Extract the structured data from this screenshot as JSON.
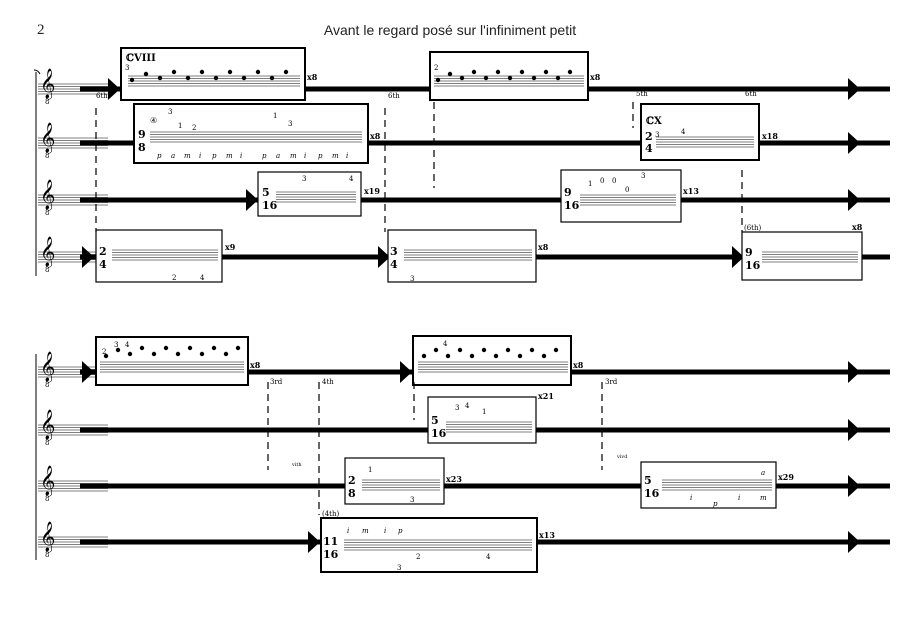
{
  "page": {
    "number": "2",
    "title": "Avant le regard posé sur l'infiniment petit"
  },
  "systems": [
    {
      "staves": [
        {
          "boxes": [
            {
              "ottava": "ℂVIII",
              "repeat": "x8",
              "label": "6th",
              "fing": [
                "3"
              ],
              "time": null
            },
            {
              "ottava": "",
              "repeat": "x8",
              "label": "6th",
              "fing": [
                "2"
              ],
              "time": null
            }
          ]
        },
        {
          "boxes": [
            {
              "ottava": "",
              "repeat": "x8",
              "label": "",
              "fing": [
                "④",
                "3",
                "1",
                "2",
                "1",
                "3"
              ],
              "time": [
                "9",
                "8"
              ],
              "pima": [
                "p",
                "a",
                "m",
                "i",
                "p",
                "m",
                "i",
                "p",
                "a",
                "m",
                "i",
                "p",
                "m",
                "i"
              ]
            },
            {
              "ottava": "ℂX",
              "repeat": "x18",
              "label": "5th",
              "fing": [
                "3",
                "4"
              ],
              "time": [
                "2",
                "4"
              ]
            }
          ]
        },
        {
          "boxes": [
            {
              "repeat": "x19",
              "fing": [
                "3",
                "4"
              ],
              "time": [
                "5",
                "16"
              ]
            },
            {
              "repeat": "x13",
              "fing": [
                "1",
                "0",
                "0",
                "0",
                "3"
              ],
              "time": [
                "9",
                "16"
              ]
            }
          ]
        },
        {
          "boxes": [
            {
              "repeat": "x9",
              "fing": [
                "2",
                "4"
              ],
              "time": [
                "2",
                "4"
              ]
            },
            {
              "repeat": "x8",
              "fing": [
                "3"
              ],
              "time": [
                "3",
                "4"
              ]
            },
            {
              "repeat": "x8",
              "label": "(6th)",
              "time": [
                "9",
                "16"
              ]
            }
          ]
        }
      ]
    },
    {
      "staves": [
        {
          "boxes": [
            {
              "repeat": "x8",
              "fing": [
                "2",
                "3",
                "4"
              ],
              "label": "3rd"
            },
            {
              "repeat": "x8",
              "fing": [
                "4"
              ],
              "label": "4th",
              "label2": "3rd"
            }
          ]
        },
        {
          "boxes": [
            {
              "repeat": "x21",
              "fing": [
                "3",
                "4",
                "1"
              ],
              "time": [
                "5",
                "16"
              ]
            }
          ]
        },
        {
          "boxes": [
            {
              "repeat": "x23",
              "fing": [
                "1",
                "3"
              ],
              "time": [
                "2",
                "8"
              ],
              "cue": "vith"
            },
            {
              "repeat": "x29",
              "fing": [
                "a",
                "i",
                "p",
                "i",
                "m"
              ],
              "time": [
                "5",
                "16"
              ],
              "cue": "vivd"
            }
          ]
        },
        {
          "boxes": [
            {
              "repeat": "x13",
              "fing": [
                "i",
                "m",
                "i",
                "p",
                "2",
                "4",
                "3"
              ],
              "time": [
                "11",
                "16"
              ],
              "label": "(4th)"
            }
          ]
        }
      ]
    }
  ]
}
